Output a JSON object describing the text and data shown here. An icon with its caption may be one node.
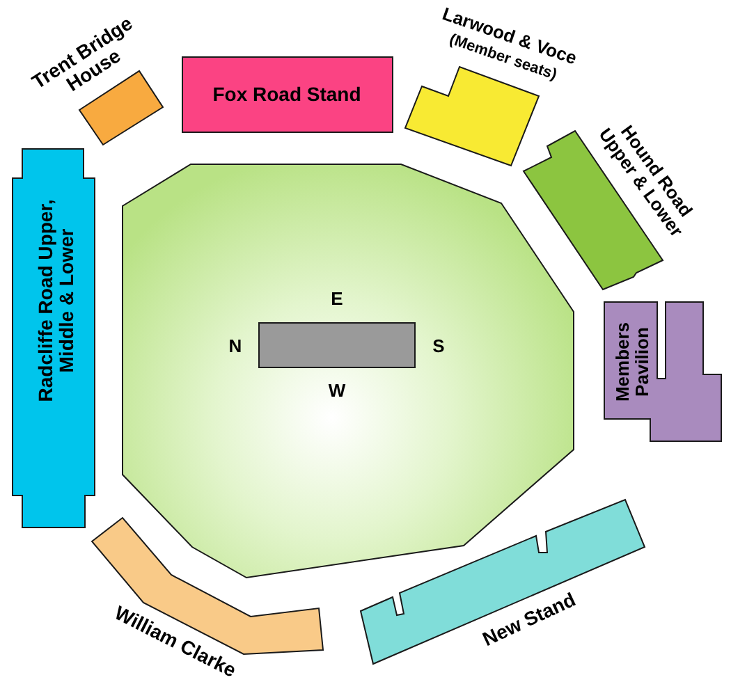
{
  "diagram": {
    "nodes": [
      {
        "text": [
          "Trent Bridge House"
        ]
      },
      {
        "text": [
          "Fox Road Stand"
        ]
      },
      {
        "text": [
          "Larwood & Voce",
          "(Member seats)"
        ]
      },
      {
        "text": [
          "Hound Road Upper & Lower"
        ]
      },
      {
        "text": [
          "Radcliffe Road Upper, Middle & Lower"
        ]
      },
      {
        "text": [
          "Members Pavilion"
        ]
      },
      {
        "text": [
          "William Clarke"
        ]
      },
      {
        "text": [
          "New Stand"
        ]
      }
    ],
    "labels": [
      "E",
      "N",
      "S",
      "W"
    ]
  }
}
